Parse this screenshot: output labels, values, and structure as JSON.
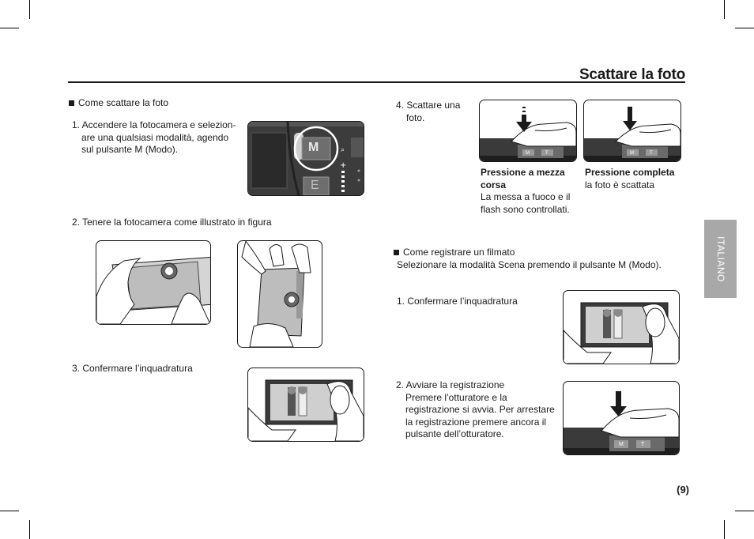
{
  "page": {
    "title": "Scattare la foto",
    "page_number": "(9)",
    "side_tab": "ITALIANO"
  },
  "left": {
    "section_heading": "Come scattare la foto",
    "step1": [
      "1. Accendere la fotocamera e selezion-",
      "are una qualsiasi modalità, agendo",
      "sul pulsante M (Modo)."
    ],
    "step2": "2. Tenere la fotocamera come illustrato in figura",
    "step3": "3. Confermare l’inquadratura",
    "mode_dial": {
      "button_m": "M",
      "button_e": "E"
    }
  },
  "right": {
    "step4": [
      "4. Scattare una",
      "foto."
    ],
    "half_press": {
      "heading": [
        "Pressione a mezza",
        "corsa"
      ],
      "body": [
        "La messa a fuoco e il",
        "flash sono controllati."
      ]
    },
    "full_press": {
      "heading": "Pressione completa",
      "body": "la foto è scattata"
    },
    "movie_heading": "Come registrare un filmato",
    "movie_intro": "Selezionare la modalità Scena premendo il pulsante M (Modo).",
    "movie_step1": "1. Confermare l’inquadratura",
    "movie_step2": [
      "2. Avviare la registrazione",
      "Premere l’otturatore e la",
      "registrazione si avvia. Per arrestare",
      "la registrazione premere ancora il",
      "pulsante dell’otturatore."
    ],
    "button_labels": {
      "m": "M",
      "t": "T"
    }
  }
}
